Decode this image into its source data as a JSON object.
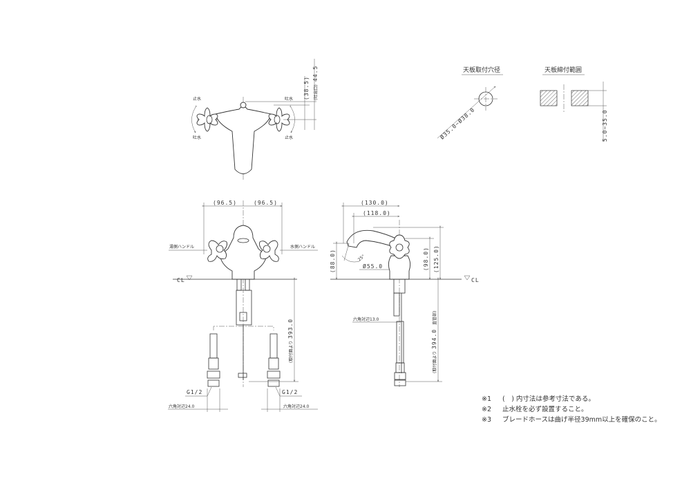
{
  "top_view": {
    "labels": {
      "stop_left": "止水",
      "spout_left": "吐水",
      "spout_right": "吐水",
      "stop_right": "止水"
    },
    "dims": {
      "handle_height": "(38.5)",
      "outlet_height_label": "(吐出口)",
      "outlet_height": "44.5"
    }
  },
  "hole_view": {
    "title": "天板取付穴径",
    "dim": "Ø35.0~Ø38.0"
  },
  "range_view": {
    "title": "天板締付範囲",
    "dim": "5.0~35.0"
  },
  "front_view": {
    "dims": {
      "left_width": "(96.5)",
      "right_width": "(96.5)",
      "total_length": "393.0",
      "total_length_label": "(取付面より"
    },
    "labels": {
      "hot_handle": "湯側ハンドル",
      "cold_handle": "水側ハンドル",
      "cl": "CL",
      "thread_left": "G1/2",
      "thread_right": "G1/2",
      "hex_left": "六角対辺24.0",
      "hex_right": "六角対辺24.0"
    }
  },
  "side_view": {
    "dims": {
      "reach": "(130.0)",
      "reach_inner": "(118.0)",
      "spout_height": "(88.0)",
      "handle_height": "(98.0)",
      "total_height": "(125.0)",
      "angle": "25°",
      "base_dia": "Ø55.0",
      "hose_length": "394.0",
      "hose_length_label": "(取付面より",
      "hose_length_suffix": "直管部)",
      "hex": "六角対辺13.0"
    },
    "labels": {
      "cl": "CL"
    }
  },
  "notes": [
    {
      "mark": "※1",
      "text": "(　) 内寸法は参考寸法である。"
    },
    {
      "mark": "※2",
      "text": "止水栓を必ず設置すること。"
    },
    {
      "mark": "※3",
      "text": "ブレードホースは曲げ半径39mm以上を確保のこと。"
    }
  ]
}
